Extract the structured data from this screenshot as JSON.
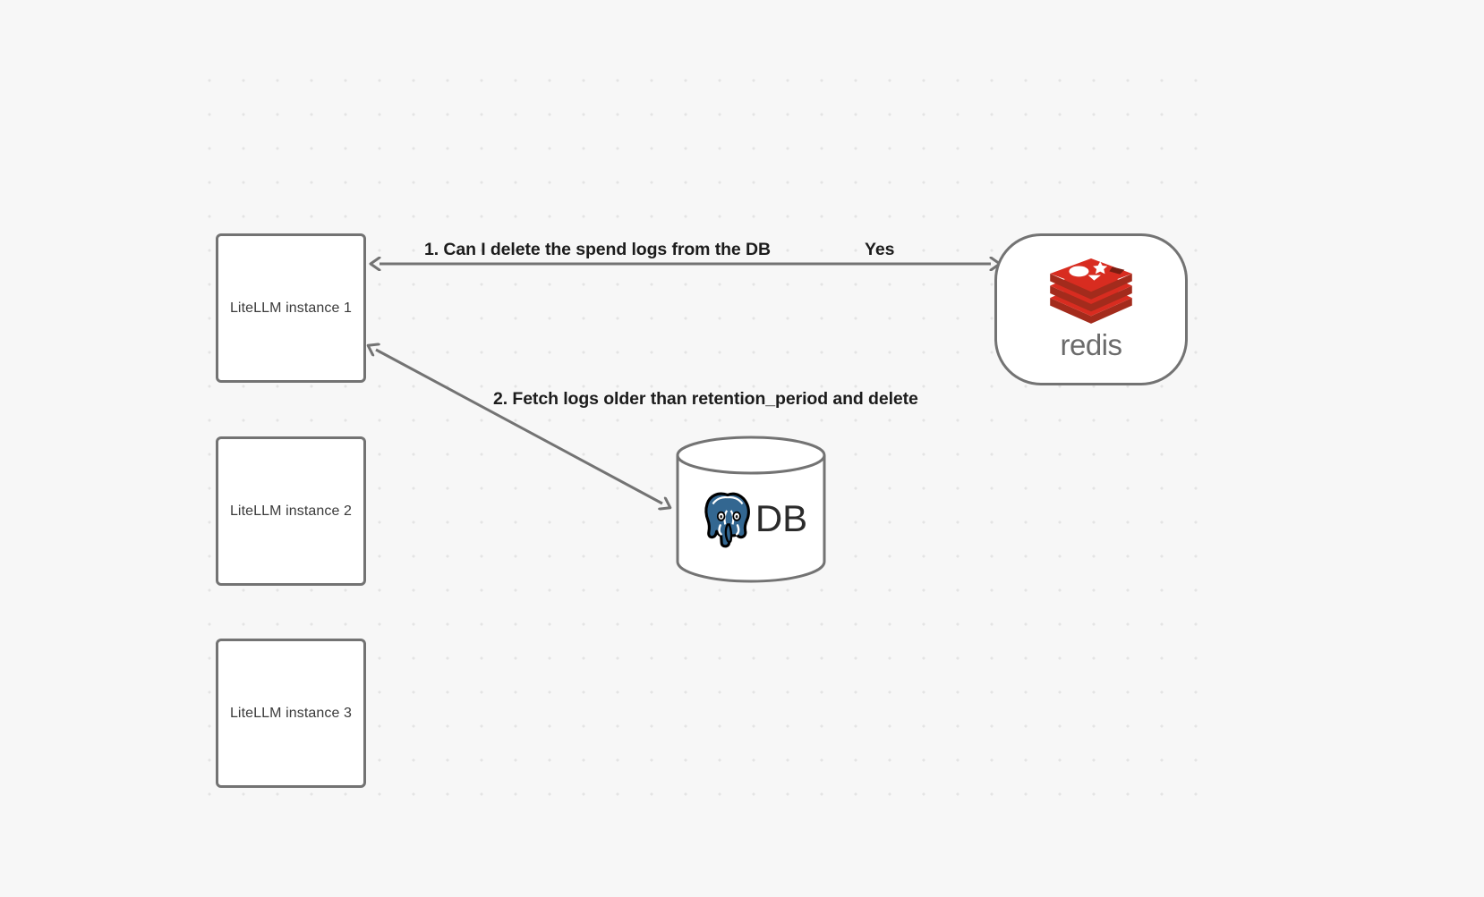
{
  "diagram": {
    "background_color": "#f7f7f7",
    "grid": {
      "dot_color": "#e4e4e4",
      "spacing": 38,
      "visible": true
    },
    "stroke_color": "#737373",
    "nodes": [
      {
        "id": "litellm-1",
        "label": "LiteLLM instance 1",
        "shape": "rounded-rect"
      },
      {
        "id": "litellm-2",
        "label": "LiteLLM instance 2",
        "shape": "rounded-rect"
      },
      {
        "id": "litellm-3",
        "label": "LiteLLM instance 3",
        "shape": "rounded-rect"
      },
      {
        "id": "redis",
        "label": "redis",
        "shape": "stadium",
        "brand_color": "#d82c20",
        "wordmark_color": "#6b6b6b"
      },
      {
        "id": "postgres-db",
        "label": "DB",
        "shape": "cylinder",
        "brand_color": "#336791"
      }
    ],
    "edges": [
      {
        "id": "edge-1",
        "from": "redis",
        "to": "litellm-1",
        "label": "1.  Can I delete the spend logs from the DB",
        "secondary_label": "Yes",
        "arrow_style": "open"
      },
      {
        "id": "edge-2",
        "from": "postgres-db",
        "to": "litellm-1",
        "label": "2.  Fetch logs older than retention_period and delete",
        "arrow_style": "open",
        "bidirectional": true
      }
    ]
  }
}
